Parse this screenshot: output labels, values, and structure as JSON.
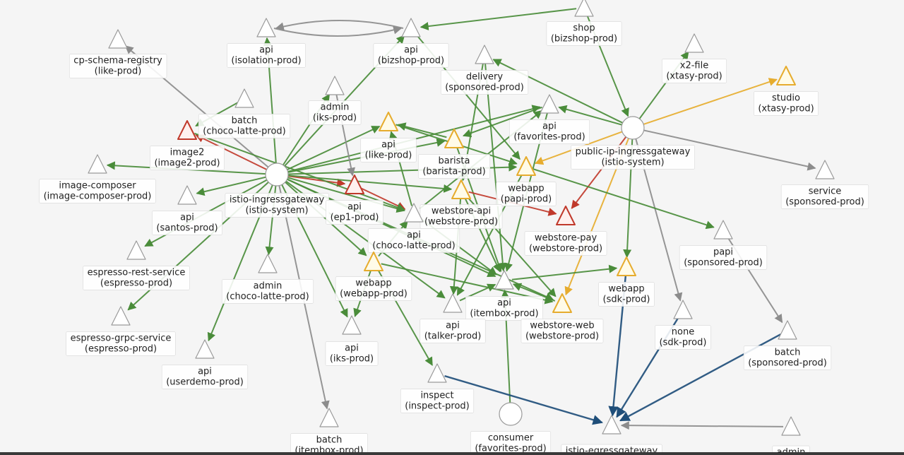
{
  "colors": {
    "healthy": "#4a8c3a",
    "degraded": "#e6ac2e",
    "failure": "#c0392b",
    "idle": "#8c8c8c",
    "external": "#1f4e79",
    "node_fill": "#ffffff",
    "node_stroke": "#9a9a9a"
  },
  "nodes": [
    {
      "id": "shop-bizshop",
      "shape": "triangle",
      "status": "normal",
      "label": [
        "shop",
        "(bizshop-prod)"
      ]
    },
    {
      "id": "api-isolation",
      "shape": "triangle",
      "status": "normal",
      "label": [
        "api",
        "(isolation-prod)"
      ]
    },
    {
      "id": "api-bizshop",
      "shape": "triangle",
      "status": "normal",
      "label": [
        "api",
        "(bizshop-prod)"
      ]
    },
    {
      "id": "cp-schema-registry",
      "shape": "triangle",
      "status": "normal",
      "label": [
        "cp-schema-registry",
        "(like-prod)"
      ]
    },
    {
      "id": "x2-file",
      "shape": "triangle",
      "status": "normal",
      "label": [
        "x2-file",
        "(xtasy-prod)"
      ]
    },
    {
      "id": "studio",
      "shape": "triangle",
      "status": "degraded",
      "label": [
        "studio",
        "(xtasy-prod)"
      ]
    },
    {
      "id": "delivery",
      "shape": "triangle",
      "status": "normal",
      "label": [
        "delivery",
        "(sponsored-prod)"
      ]
    },
    {
      "id": "batch-choco",
      "shape": "triangle",
      "status": "normal",
      "label": [
        "batch",
        "(choco-latte-prod)"
      ]
    },
    {
      "id": "admin-iks",
      "shape": "triangle",
      "status": "normal",
      "label": [
        "admin",
        "(iks-prod)"
      ]
    },
    {
      "id": "api-favorites",
      "shape": "triangle",
      "status": "normal",
      "label": [
        "api",
        "(favorites-prod)"
      ]
    },
    {
      "id": "image2",
      "shape": "triangle",
      "status": "failure",
      "label": [
        "image2",
        "(image2-prod)"
      ]
    },
    {
      "id": "api-like",
      "shape": "triangle",
      "status": "degraded",
      "label": [
        "api",
        "(like-prod)"
      ]
    },
    {
      "id": "barista",
      "shape": "triangle",
      "status": "degraded",
      "label": [
        "barista",
        "(barista-prod)"
      ]
    },
    {
      "id": "public-ip-ingress",
      "shape": "circle",
      "status": "normal",
      "label": [
        "public-ip-ingressgateway",
        "(istio-system)"
      ]
    },
    {
      "id": "image-composer",
      "shape": "triangle",
      "status": "normal",
      "label": [
        "image-composer",
        "(image-composer-prod)"
      ]
    },
    {
      "id": "istio-ingress",
      "shape": "circle",
      "status": "normal",
      "label": [
        "istio-ingressgateway",
        "(istio-system)"
      ]
    },
    {
      "id": "webapp-papi",
      "shape": "triangle",
      "status": "degraded",
      "label": [
        "webapp",
        "(papi-prod)"
      ]
    },
    {
      "id": "service-sponsored",
      "shape": "triangle",
      "status": "normal",
      "label": [
        "service",
        "(sponsored-prod)"
      ]
    },
    {
      "id": "api-ep1",
      "shape": "triangle",
      "status": "failure",
      "label": [
        "api",
        "(ep1-prod)"
      ]
    },
    {
      "id": "webstore-api",
      "shape": "triangle",
      "status": "degraded",
      "label": [
        "webstore-api",
        "(webstore-prod)"
      ]
    },
    {
      "id": "api-santos",
      "shape": "triangle",
      "status": "normal",
      "label": [
        "api",
        "(santos-prod)"
      ]
    },
    {
      "id": "webstore-pay",
      "shape": "triangle",
      "status": "failure",
      "label": [
        "webstore-pay",
        "(webstore-prod)"
      ]
    },
    {
      "id": "api-choco",
      "shape": "triangle",
      "status": "normal",
      "label": [
        "api",
        "(choco-latte-prod)"
      ]
    },
    {
      "id": "papi-sponsored",
      "shape": "triangle",
      "status": "normal",
      "label": [
        "papi",
        "(sponsored-prod)"
      ]
    },
    {
      "id": "espresso-rest",
      "shape": "triangle",
      "status": "normal",
      "label": [
        "espresso-rest-service",
        "(espresso-prod)"
      ]
    },
    {
      "id": "admin-choco",
      "shape": "triangle",
      "status": "normal",
      "label": [
        "admin",
        "(choco-latte-prod)"
      ]
    },
    {
      "id": "webapp-webapp",
      "shape": "triangle",
      "status": "degraded",
      "label": [
        "webapp",
        "(webapp-prod)"
      ]
    },
    {
      "id": "api-itembox",
      "shape": "triangle",
      "status": "normal",
      "label": [
        "api",
        "(itembox-prod)"
      ]
    },
    {
      "id": "webapp-sdk",
      "shape": "triangle",
      "status": "degraded",
      "label": [
        "webapp",
        "(sdk-prod)"
      ]
    },
    {
      "id": "webstore-web",
      "shape": "triangle",
      "status": "degraded",
      "label": [
        "webstore-web",
        "(webstore-prod)"
      ]
    },
    {
      "id": "api-talker",
      "shape": "triangle",
      "status": "normal",
      "label": [
        "api",
        "(talker-prod)"
      ]
    },
    {
      "id": "none-sdk",
      "shape": "triangle",
      "status": "normal",
      "label": [
        "none",
        "(sdk-prod)"
      ]
    },
    {
      "id": "espresso-grpc",
      "shape": "triangle",
      "status": "normal",
      "label": [
        "espresso-grpc-service",
        "(espresso-prod)"
      ]
    },
    {
      "id": "api-iks",
      "shape": "triangle",
      "status": "normal",
      "label": [
        "api",
        "(iks-prod)"
      ]
    },
    {
      "id": "batch-sponsored",
      "shape": "triangle",
      "status": "normal",
      "label": [
        "batch",
        "(sponsored-prod)"
      ]
    },
    {
      "id": "api-userdemo",
      "shape": "triangle",
      "status": "normal",
      "label": [
        "api",
        "(userdemo-prod)"
      ]
    },
    {
      "id": "inspect",
      "shape": "triangle",
      "status": "normal",
      "label": [
        "inspect",
        "(inspect-prod)"
      ]
    },
    {
      "id": "consumer",
      "shape": "circle",
      "status": "normal",
      "label": [
        "consumer",
        "(favorites-prod)"
      ]
    },
    {
      "id": "istio-egress",
      "shape": "triangle",
      "status": "normal",
      "label": [
        "istio-egressgateway",
        ""
      ]
    },
    {
      "id": "batch-itembox",
      "shape": "triangle",
      "status": "normal",
      "label": [
        "batch",
        "(itembox-prod)"
      ]
    },
    {
      "id": "admin-bottom",
      "shape": "triangle",
      "status": "normal",
      "label": [
        "admin",
        ""
      ]
    }
  ],
  "edges": [
    [
      "istio-ingress",
      "api-isolation",
      "healthy"
    ],
    [
      "istio-ingress",
      "cp-schema-registry",
      "idle"
    ],
    [
      "istio-ingress",
      "image2",
      "failure"
    ],
    [
      "istio-ingress",
      "image-composer",
      "healthy"
    ],
    [
      "istio-ingress",
      "api-santos",
      "healthy"
    ],
    [
      "istio-ingress",
      "espresso-rest",
      "healthy"
    ],
    [
      "istio-ingress",
      "espresso-grpc",
      "healthy"
    ],
    [
      "istio-ingress",
      "api-userdemo",
      "healthy"
    ],
    [
      "istio-ingress",
      "admin-choco",
      "healthy"
    ],
    [
      "istio-ingress",
      "batch-itembox",
      "idle"
    ],
    [
      "istio-ingress",
      "api-iks",
      "healthy"
    ],
    [
      "istio-ingress",
      "api-ep1",
      "failure"
    ],
    [
      "istio-ingress",
      "admin-iks",
      "healthy"
    ],
    [
      "istio-ingress",
      "api-like",
      "healthy"
    ],
    [
      "istio-ingress",
      "barista",
      "healthy"
    ],
    [
      "istio-ingress",
      "webapp-papi",
      "healthy"
    ],
    [
      "istio-ingress",
      "webstore-api",
      "healthy"
    ],
    [
      "istio-ingress",
      "api-favorites",
      "healthy"
    ],
    [
      "istio-ingress",
      "api-bizshop",
      "healthy"
    ],
    [
      "istio-ingress",
      "webapp-webapp",
      "healthy"
    ],
    [
      "istio-ingress",
      "api-itembox",
      "healthy"
    ],
    [
      "istio-ingress",
      "api-talker",
      "healthy"
    ],
    [
      "istio-ingress",
      "webstore-web",
      "healthy"
    ],
    [
      "istio-ingress",
      "api-choco",
      "healthy"
    ],
    [
      "public-ip-ingress",
      "delivery",
      "healthy"
    ],
    [
      "public-ip-ingress",
      "x2-file",
      "healthy"
    ],
    [
      "public-ip-ingress",
      "studio",
      "degraded"
    ],
    [
      "public-ip-ingress",
      "service-sponsored",
      "idle"
    ],
    [
      "public-ip-ingress",
      "webstore-pay",
      "failure"
    ],
    [
      "public-ip-ingress",
      "webapp-sdk",
      "healthy"
    ],
    [
      "public-ip-ingress",
      "webstore-web",
      "degraded"
    ],
    [
      "public-ip-ingress",
      "none-sdk",
      "idle"
    ],
    [
      "public-ip-ingress",
      "webapp-papi",
      "degraded"
    ],
    [
      "public-ip-ingress",
      "api-favorites",
      "healthy"
    ],
    [
      "shop-bizshop",
      "public-ip-ingress",
      "healthy"
    ],
    [
      "shop-bizshop",
      "api-bizshop",
      "healthy"
    ],
    [
      "api-bizshop",
      "api-isolation",
      "idle"
    ],
    [
      "api-isolation",
      "api-bizshop",
      "idle"
    ],
    [
      "api-bizshop",
      "webapp-papi",
      "healthy"
    ],
    [
      "delivery",
      "api-itembox",
      "healthy"
    ],
    [
      "delivery",
      "webstore-api",
      "healthy"
    ],
    [
      "api-favorites",
      "api-itembox",
      "healthy"
    ],
    [
      "api-favorites",
      "barista",
      "healthy"
    ],
    [
      "barista",
      "api-itembox",
      "healthy"
    ],
    [
      "barista",
      "api-like",
      "healthy"
    ],
    [
      "webstore-api",
      "api-itembox",
      "healthy"
    ],
    [
      "webstore-api",
      "api-talker",
      "healthy"
    ],
    [
      "webstore-api",
      "webstore-pay",
      "failure"
    ],
    [
      "webstore-api",
      "webstore-web",
      "healthy"
    ],
    [
      "webapp-papi",
      "api-talker",
      "healthy"
    ],
    [
      "webapp-papi",
      "papi-sponsored",
      "healthy"
    ],
    [
      "api-ep1",
      "api-choco",
      "failure"
    ],
    [
      "api-choco",
      "api-like",
      "healthy"
    ],
    [
      "api-choco",
      "api-favorites",
      "healthy"
    ],
    [
      "api-choco",
      "api-itembox",
      "healthy"
    ],
    [
      "webapp-webapp",
      "api-iks",
      "healthy"
    ],
    [
      "webapp-webapp",
      "inspect",
      "healthy"
    ],
    [
      "webapp-webapp",
      "api-choco",
      "healthy"
    ],
    [
      "admin-iks",
      "api-ep1",
      "idle"
    ],
    [
      "batch-choco",
      "image2",
      "healthy"
    ],
    [
      "api-talker",
      "api-itembox",
      "healthy"
    ],
    [
      "api-itembox",
      "webapp-sdk",
      "healthy"
    ],
    [
      "webstore-web",
      "api-itembox",
      "healthy"
    ],
    [
      "papi-sponsored",
      "batch-sponsored",
      "idle"
    ],
    [
      "consumer",
      "api-itembox",
      "healthy"
    ],
    [
      "inspect",
      "istio-egress",
      "external"
    ],
    [
      "webapp-sdk",
      "istio-egress",
      "external"
    ],
    [
      "none-sdk",
      "istio-egress",
      "external"
    ],
    [
      "batch-sponsored",
      "istio-egress",
      "external"
    ],
    [
      "admin-bottom",
      "istio-egress",
      "idle"
    ],
    [
      "image2",
      "api-choco",
      "healthy"
    ],
    [
      "api-like",
      "webapp-papi",
      "healthy"
    ],
    [
      "webapp-webapp",
      "webstore-web",
      "healthy"
    ]
  ]
}
